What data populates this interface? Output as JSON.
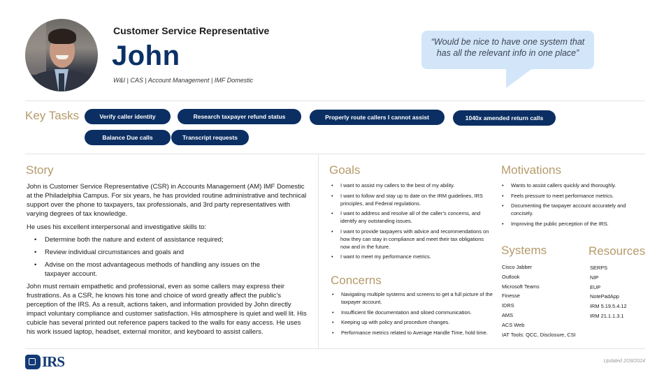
{
  "header": {
    "role": "Customer Service Representative",
    "name": "John",
    "tags": "W&I | CAS | Account Management | IMF Domestic",
    "avatar_alt": "John profile photo",
    "quote": "“Would be nice to have one system that has all the relevant info in one place”"
  },
  "key_tasks": {
    "heading": "Key Tasks",
    "items": [
      "Verify caller identity",
      "Research taxpayer refund status",
      "Properly route callers I cannot assist",
      "1040x amended return calls",
      "Balance Due calls",
      "Transcript requests"
    ]
  },
  "story": {
    "heading": "Story",
    "intro": "John is Customer Service Representative (CSR) in Accounts Management (AM) IMF Domestic at the Philadelphia Campus. For six years, he has provided routine administrative and technical support over the phone to taxpayers, tax professionals, and 3rd party representatives with varying degrees of tax knowledge.",
    "skills_lead": "He uses his excellent interpersonal and investigative skills to:",
    "skills": [
      "Determine both the nature and extent of assistance required;",
      "Review individual circumstances and goals and",
      "Advise on the most advantageous methods of handling any issues on the taxpayer account."
    ],
    "closing": "John must remain empathetic and professional, even as some callers may express their frustrations. As a CSR, he knows his tone and choice of word greatly affect the public’s perception of the IRS. As a result, actions taken, and information provided by John directly impact voluntary compliance and customer satisfaction. His atmosphere is quiet and well lit. His cubicle has several printed out reference papers tacked to the walls for easy access. He uses his work issued laptop, headset, external monitor, and keyboard to assist callers."
  },
  "goals": {
    "heading": "Goals",
    "items": [
      "I want to assist my callers to the best of my ability.",
      "I want to follow and stay up to date on the IRM guidelines, IRS principles, and Federal regulations.",
      "I want to address and resolve all of the caller’s concerns, and identify any outstanding issues.",
      "I want to provide taxpayers with advice and recommendations on how they can stay in compliance and meet their tax obligations now and in the future.",
      "I want to meet my performance metrics."
    ]
  },
  "concerns": {
    "heading": "Concerns",
    "items": [
      "Navigating multiple systems and screens to get a full picture of the taxpayer account.",
      "Insufficient file documentation and siloed communication.",
      "Keeping up with policy and procedure changes.",
      "Performance metrics related to Average Handle Time, hold time."
    ]
  },
  "motivations": {
    "heading": "Motivations",
    "items": [
      "Wants to assist callers quickly and thoroughly.",
      "Feels pressure to meet performance metrics.",
      "Documenting the taxpayer account accurately and concisely.",
      "Improving the public perception of the IRS."
    ]
  },
  "systems": {
    "heading": "Systems",
    "items": [
      "Cisco Jabber",
      "Outlook",
      "Microsoft Teams",
      "Finesse",
      "IDRS",
      "AMS",
      "ACS Web",
      "IAT Tools: QCC, Disclosure, CSI"
    ]
  },
  "resources": {
    "heading": "Resources",
    "items": [
      "SERPS",
      "NIP",
      "EUP",
      "NotePadApp",
      "IRM 5.19.5.4.12",
      "IRM 21.1.1.3.1"
    ]
  },
  "footer": {
    "logo_text": "IRS",
    "updated": "Updated 2/28/2024"
  },
  "colors": {
    "navy": "#0b2f63",
    "gold_heading": "#b59a6b",
    "quote_bg": "#d3e6f9"
  }
}
